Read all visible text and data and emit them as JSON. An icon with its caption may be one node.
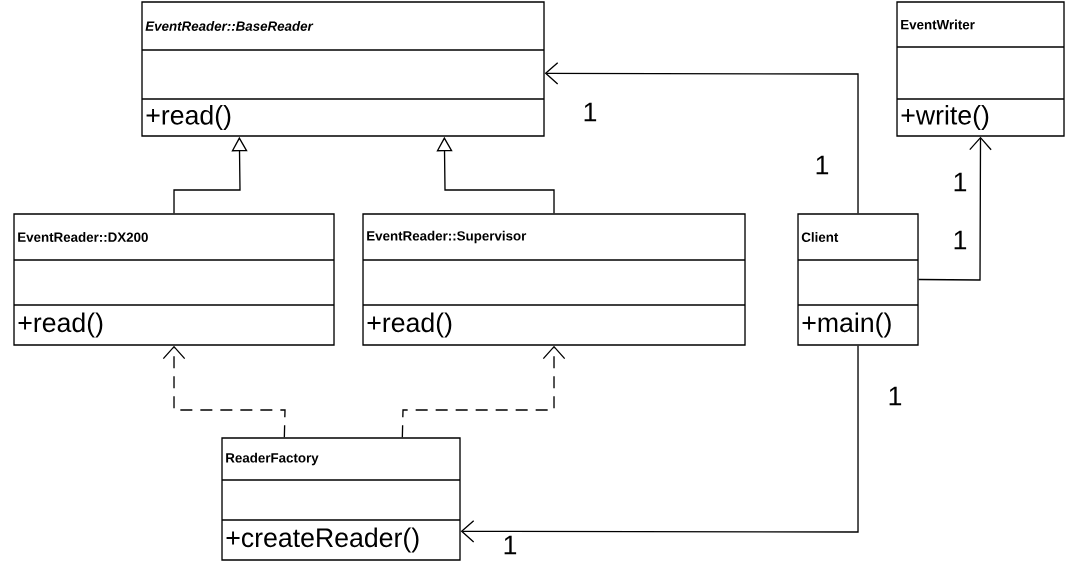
{
  "diagram": {
    "nodes": [
      {
        "text": [
          "EventReader::BaseReader",
          "+read()"
        ]
      },
      {
        "text": [
          "EventWriter",
          "+write()"
        ]
      },
      {
        "text": [
          "EventReader::DX200",
          "+read()"
        ]
      },
      {
        "text": [
          "EventReader::Supervisor",
          "+read()"
        ]
      },
      {
        "text": [
          "Client",
          "+main()"
        ]
      },
      {
        "text": [
          "ReaderFactory",
          "+createReader()"
        ]
      }
    ],
    "edges": [
      {
        "from": 2,
        "to": 0,
        "arrow": "to"
      },
      {
        "from": 3,
        "to": 0,
        "arrow": "to"
      },
      {
        "from": 4,
        "to": 0,
        "arrow": "to"
      },
      {
        "from": 4,
        "to": 1,
        "arrow": "to"
      },
      {
        "from": 4,
        "to": 5,
        "arrow": "to"
      },
      {
        "from": 5,
        "to": 2,
        "arrow": "to",
        "style": "dashed"
      },
      {
        "from": 5,
        "to": 3,
        "arrow": "to",
        "style": "dashed"
      }
    ],
    "labels": [
      "1",
      "1",
      "1",
      "1",
      "1",
      "1"
    ]
  }
}
